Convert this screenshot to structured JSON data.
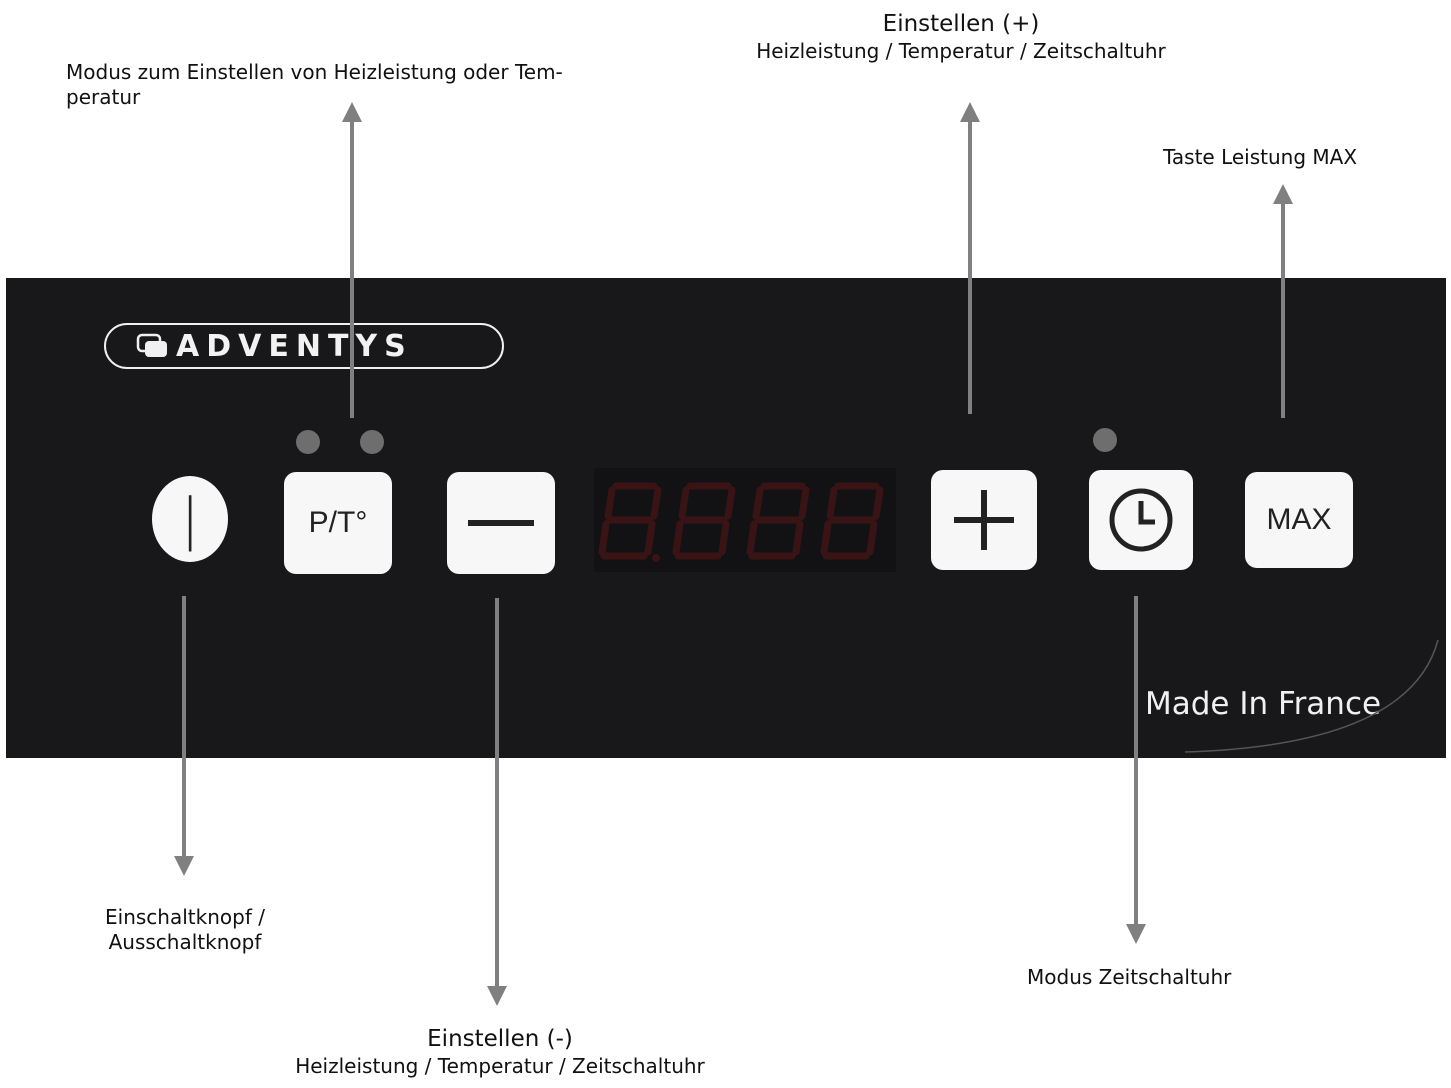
{
  "labels": {
    "mode_pt": "Modus zum Einstellen von Heizleistung oder Tem-\nperatur",
    "plus_title": "Einstellen (+)",
    "plus_sub": "Heizleistung / Temperatur / Zeitschaltuhr",
    "max_label": "Taste Leistung MAX",
    "power_label": "Einschaltknopf /\nAusschaltknopf",
    "timer_label": "Modus Zeitschaltuhr",
    "minus_title": "Einstellen (-)",
    "minus_sub": "Heizleistung / Temperatur / Zeitschaltuhr"
  },
  "panel": {
    "brand": "ADVENTYS",
    "made_in": "Made In France",
    "buttons": {
      "power": "|",
      "pt": "P/T°",
      "max": "MAX"
    }
  },
  "colors": {
    "panel": "#18181a",
    "button": "#f7f7f7",
    "led": "#6e6e6e",
    "arrow": "#808080",
    "segment": "#3a1414"
  },
  "icons": {
    "minus": "minus-icon",
    "plus": "plus-icon",
    "timer": "clock-icon"
  }
}
